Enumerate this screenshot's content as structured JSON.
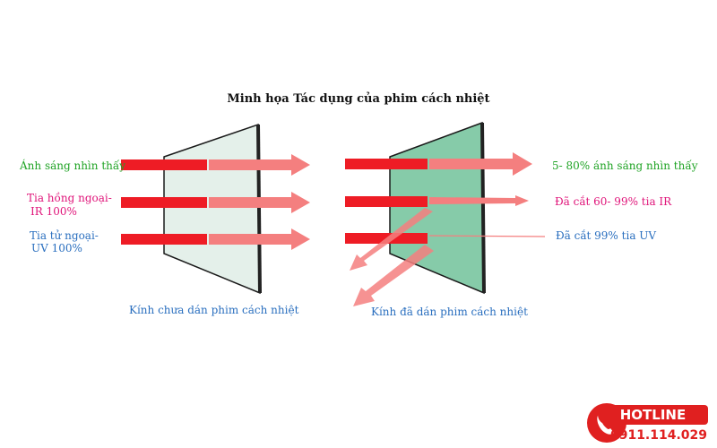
{
  "title": "Minh họa Tác dụng của phim cách nhiệt",
  "left": {
    "visible_light": "Ánh sáng nhìn thấy",
    "infrared": [
      "Tia hồng ngoại-",
      "IR 100%"
    ],
    "ultraviolet": [
      "Tia tử ngoại-",
      "UV 100%"
    ],
    "caption": "Kính chưa dán phim cách nhiệt"
  },
  "right": {
    "visible_light": "5- 80% ánh sáng nhìn thấy",
    "infrared": "Đã cắt 60- 99% tia IR",
    "ultraviolet": "Đã cắt 99% tia UV",
    "caption": "Kính đã dán phim cách nhiệt"
  },
  "hotline": {
    "label": "HOTLINE",
    "number": "0911.114.029",
    "icon": "phone-icon"
  },
  "colors": {
    "ray_red": "#ee1c25",
    "arrow_pink": "#f47f7f",
    "glass_plain": "#e4f0ea",
    "glass_film": "#86cba9",
    "label_green": "#1fa324",
    "label_pink": "#e0157a",
    "label_blue": "#2a6fbf",
    "hotline_red": "#e02020"
  }
}
